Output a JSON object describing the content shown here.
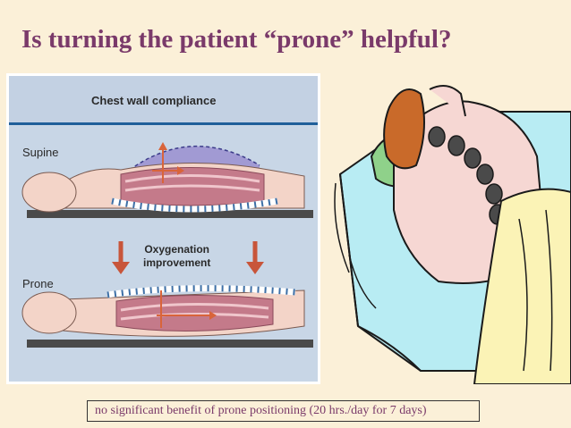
{
  "slide": {
    "title": "Is turning the patient “prone” helpful?",
    "caption": "no significant benefit of prone positioning (20 hrs./day for 7 days)"
  },
  "figure": {
    "title": "Chest wall compliance",
    "supine_label": "Supine",
    "prone_label": "Prone",
    "oxygenation_line1": "Oxygenation",
    "oxygenation_line2": "improvement"
  },
  "colors": {
    "title": "#7a3a6a",
    "background": "#fbf0d8",
    "figure_panel": "#c8d6e6",
    "figure_rule": "#1f5f9a",
    "arrow": "#d9643a"
  },
  "icons": {
    "cartoon": "prone-patient-in-bed-illustration",
    "diagram": "supine-vs-prone-chest-diagram"
  }
}
